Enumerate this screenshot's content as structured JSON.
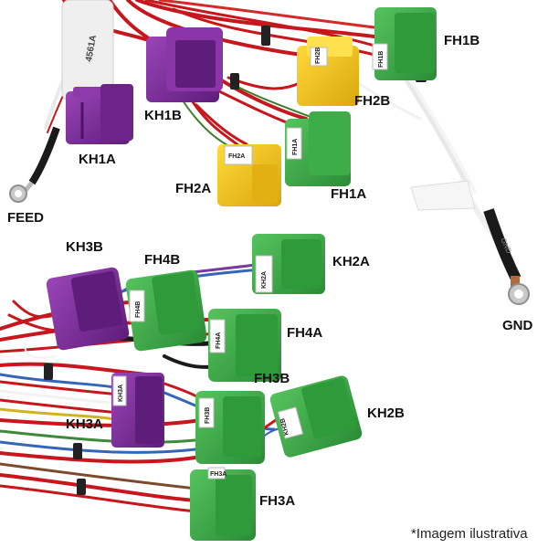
{
  "labels": {
    "feed": "FEED",
    "gnd": "GND",
    "kh1a": "KH1A",
    "kh1b": "KH1B",
    "fh2a": "FH2A",
    "fh1a": "FH1A",
    "fh2b": "FH2B",
    "fh1b": "FH1B",
    "kh3b": "KH3B",
    "fh4b": "FH4B",
    "kh2a": "KH2A",
    "fh4a": "FH4A",
    "kh3a": "KH3A",
    "fh3b": "FH3B",
    "kh2b": "KH2B",
    "fh3a": "FH3A"
  },
  "connector_tags": {
    "fh1b": "FH1B",
    "fh2b": "FH2B",
    "fh1a": "FH1A",
    "fh2a": "FH2A",
    "kh2a": "KH2A",
    "fh4b": "FH4B",
    "fh4a": "FH4A",
    "kh3a": "KH3A",
    "fh3b": "FH3B",
    "kh2b": "KH2B",
    "fh3a": "FH3A"
  },
  "sleeve_text": "4561A",
  "gnd_sleeve_text": "GND",
  "caption": "*Imagem ilustrativa",
  "colors": {
    "wire_red": "#c8161d",
    "wire_white": "#f2f2f2",
    "connector_green": "#3aa845",
    "connector_purple": "#7a2a98",
    "connector_yellow": "#f2c21b",
    "ring_terminal": "#b9b9b9"
  }
}
